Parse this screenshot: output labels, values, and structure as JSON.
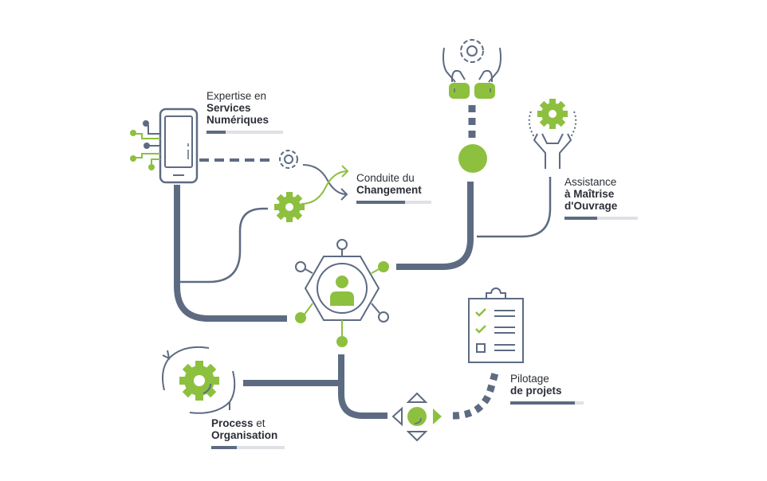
{
  "colors": {
    "slate": "#5d6b82",
    "green": "#8dc03f",
    "track": "#dfe1e6",
    "text": "#2b2f36"
  },
  "nodes": [
    {
      "id": "services",
      "line1": "Expertise en",
      "line2": "Services",
      "line3": "Numériques",
      "progress": 25,
      "icon": "smartphone-circuit-icon"
    },
    {
      "id": "changement",
      "line1": "Conduite du",
      "line2": "Changement",
      "progress": 65,
      "icon": "crossing-arrows-gears-icon"
    },
    {
      "id": "amo",
      "line1": "Assistance",
      "line2": "à Maîtrise",
      "line3": "d'Ouvrage",
      "progress": 45,
      "icon": "wrench-gear-icon"
    },
    {
      "id": "pilotage",
      "line1": "Pilotage",
      "line2": "de projets",
      "progress": 88,
      "icon": "clipboard-checklist-icon"
    },
    {
      "id": "process",
      "line1_bold": "Process",
      "line1_light": " et",
      "line2": "Organisation",
      "progress": 35,
      "icon": "cycle-gear-icon"
    }
  ],
  "center": {
    "icon": "user-hexagon-icon"
  },
  "top": {
    "icon": "hands-gear-icon"
  },
  "bottom": {
    "icon": "direction-pad-icon"
  }
}
